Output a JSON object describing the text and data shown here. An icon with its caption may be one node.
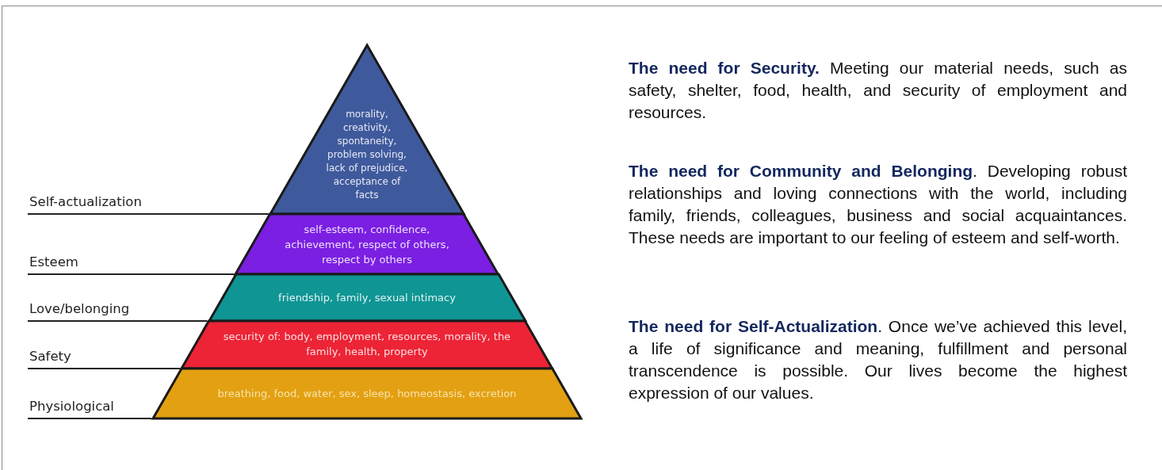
{
  "diagram": {
    "nodes": [
      {
        "text": [
          "morality, creativity, spontaneity, problem solving, lack of prejudice, acceptance of facts"
        ]
      },
      {
        "text": [
          "self-esteem, confidence, achievement, respect of others, respect by others"
        ]
      },
      {
        "text": [
          "friendship, family, sexual intimacy"
        ]
      },
      {
        "text": [
          "security of: body, employment, resources, morality, the family, health, property"
        ]
      },
      {
        "text": [
          "breathing, food, water, sex, sleep, homeostasis, excretion"
        ]
      },
      {
        "text": [
          "Self-actualization"
        ]
      },
      {
        "text": [
          "Esteem"
        ]
      },
      {
        "text": [
          "Love/belonging"
        ]
      },
      {
        "text": [
          "Safety"
        ]
      },
      {
        "text": [
          "Physiological"
        ]
      }
    ],
    "edges": [
      {
        "from": 5,
        "to": 0,
        "arrow": "none"
      },
      {
        "from": 6,
        "to": 1,
        "arrow": "none"
      },
      {
        "from": 7,
        "to": 2,
        "arrow": "none"
      },
      {
        "from": 8,
        "to": 3,
        "arrow": "none"
      },
      {
        "from": 9,
        "to": 4,
        "arrow": "none"
      }
    ],
    "labels": [
      "**The need for Security.** Meeting our material needs, such as safety, shelter, food, health, and security of employment and resources.",
      "**The need for Community and Belonging**. Developing robust relationships and loving connections with the world, including family, friends, colleagues, business and social acquaintances. These needs are important to our feeling of esteem and self-worth.",
      "**The need for Self-Actualization**.  Once we’ve achieved this level, a life of significance and meaning, fulfillment and personal transcendence is possible. Our lives become the highest expression of our values."
    ]
  }
}
